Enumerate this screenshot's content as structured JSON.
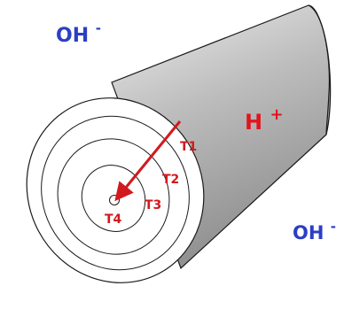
{
  "ions": {
    "hydroxide_top": {
      "base": "OH",
      "charge": "-"
    },
    "hydrogen": {
      "base": "H",
      "charge": "+"
    },
    "hydroxide_right": {
      "base": "OH",
      "charge": "-"
    }
  },
  "zones": [
    {
      "label": "T1"
    },
    {
      "label": "T2"
    },
    {
      "label": "T3"
    },
    {
      "label": "T4"
    }
  ],
  "colors": {
    "hydroxide": "#2b3fc4",
    "hydrogen": "#e0141e",
    "zone_label": "#d2191e",
    "arrow": "#d2191e",
    "cylinder_side_light": "#e6e6e6",
    "cylinder_side_dark": "#8a8a8a",
    "end_face": "#ffffff",
    "outline": "#1a1a1a"
  }
}
